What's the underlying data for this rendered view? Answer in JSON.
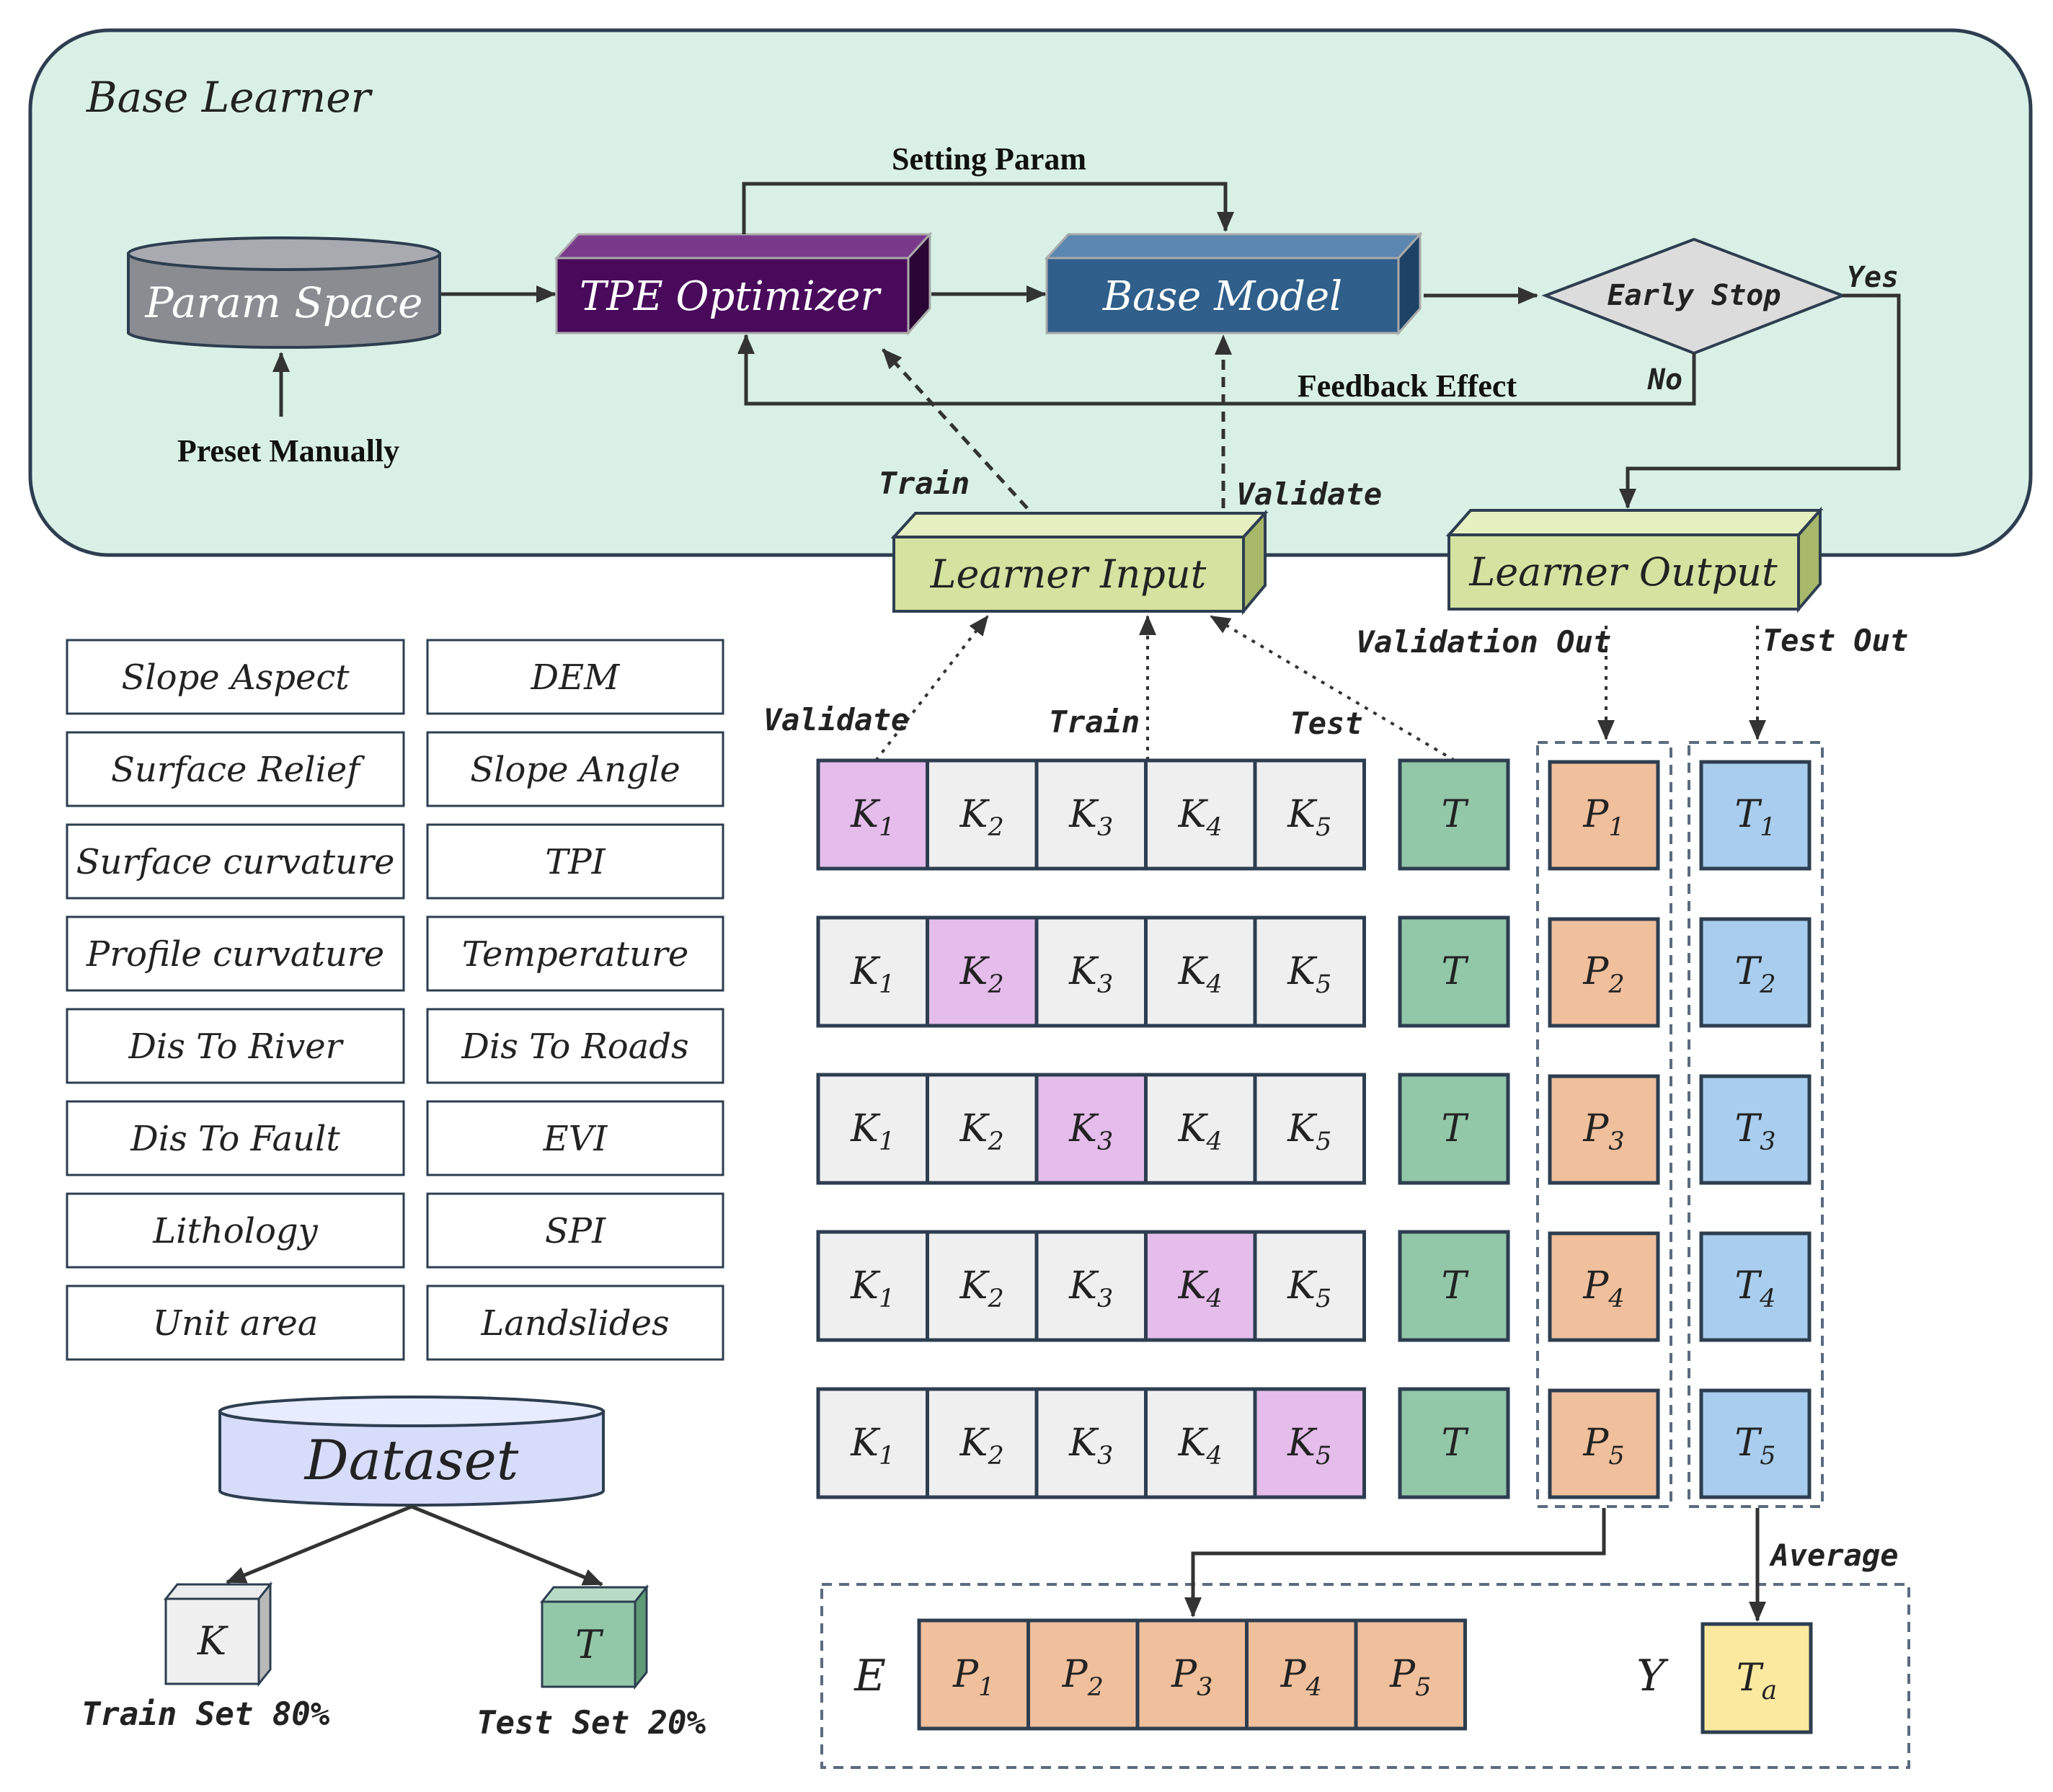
{
  "base_learner": {
    "title": "Base Learner",
    "param_space": "Param Space",
    "preset_manually": "Preset Manually",
    "tpe_optimizer": "TPE Optimizer",
    "base_model": "Base Model",
    "early_stop": "Early Stop",
    "setting_param": "Setting Param",
    "feedback_effect": "Feedback Effect",
    "yes": "Yes",
    "no": "No",
    "train": "Train",
    "validate": "Validate"
  },
  "learner_input": "Learner Input",
  "learner_output": "Learner Output",
  "validation_out": "Validation Out",
  "test_out": "Test Out",
  "split_labels": {
    "validate": "Validate",
    "train": "Train",
    "test": "Test"
  },
  "features": [
    "Slope Aspect",
    "DEM",
    "Surface Relief",
    "Slope Angle",
    "Surface curvature",
    "TPI",
    "Profile curvature",
    "Temperature",
    "Dis To River",
    "Dis To Roads",
    "Dis To Fault",
    "EVI",
    "Lithology",
    "SPI",
    "Unit area",
    "Landslides"
  ],
  "dataset": {
    "label": "Dataset",
    "train_box": "K",
    "test_box": "T",
    "train_label": "Train Set 80%",
    "test_label": "Test Set 20%"
  },
  "folds": {
    "k_base": "K",
    "k_subs": [
      "1",
      "2",
      "3",
      "4",
      "5"
    ],
    "test_cell": "T",
    "p_base": "P",
    "t_base": "T"
  },
  "ensemble": {
    "e_label": "E",
    "y_label": "Y",
    "average": "Average",
    "ta_base": "T",
    "ta_sub": "a"
  },
  "colors": {
    "panel_fill": "#d9f0e6",
    "tpe_fill": "#4a0a5c",
    "base_model_fill": "#2f5f8a",
    "param_space_fill": "#8a8c92",
    "learner_fill": "#d5e2a0",
    "validate_cell": "#e4bdea",
    "train_cell": "#efefef",
    "test_cell": "#92c7a8",
    "pred_cell": "#f0bf9c",
    "test_pred_cell": "#a8cdee",
    "avg_cell": "#fbe9a0",
    "dataset_fill": "#d6dcfa",
    "dashed_border": "#5b6b80"
  }
}
